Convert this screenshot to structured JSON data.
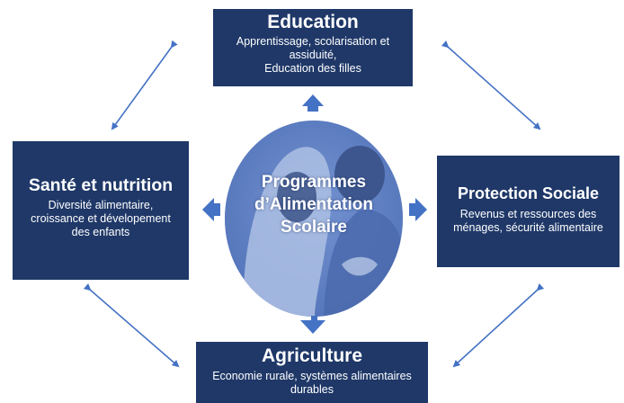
{
  "center": {
    "line1": "Programmes",
    "line2": "d’Alimentation",
    "line3": "Scolaire"
  },
  "education": {
    "title": "Education",
    "line1": "Apprentissage, scolarisation et",
    "line2": "assiduité,",
    "line3": "Education des filles"
  },
  "sante": {
    "title": "Santé et nutrition",
    "line1": "Diversité alimentaire,",
    "line2": "croissance et dévelopement",
    "line3": "des enfants"
  },
  "protection": {
    "title": "Protection Sociale",
    "line1": "Revenus et ressources des",
    "line2": "ménages, sécurité alimentaire"
  },
  "agriculture": {
    "title": "Agriculture",
    "line1": "Economie rurale, systèmes alimentaires",
    "line2": "durables"
  },
  "colors": {
    "box": "#1f3868",
    "arrow": "#4472c4",
    "center_overlay": "#5b7fc4"
  }
}
